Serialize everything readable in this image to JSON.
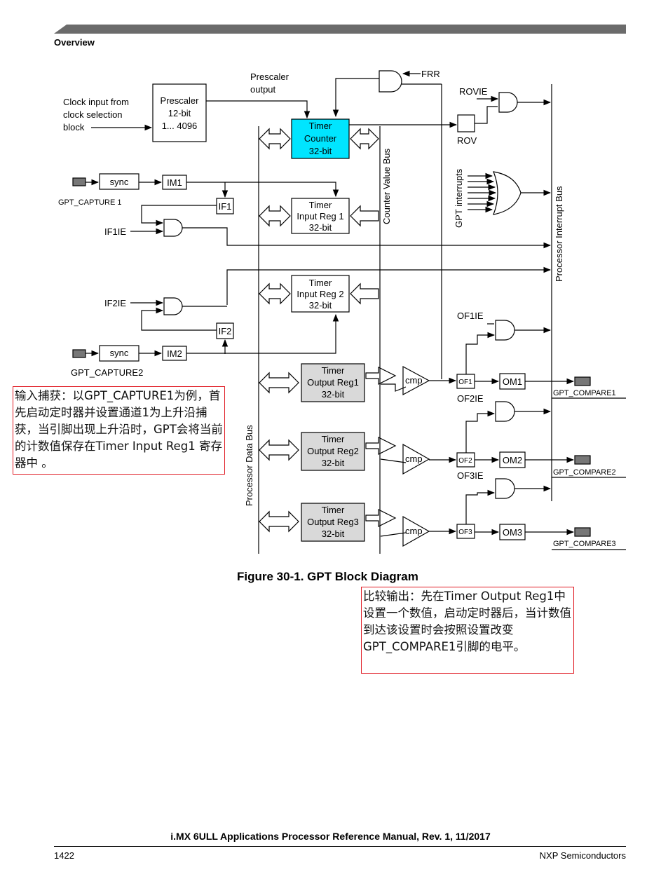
{
  "header": {
    "section": "Overview"
  },
  "diagram": {
    "clock_input": [
      "Clock input from",
      "clock selection",
      "block"
    ],
    "prescaler": {
      "title": "Prescaler",
      "bits": "12-bit",
      "range": "1... 4096"
    },
    "prescaler_output": [
      "Prescaler",
      "output"
    ],
    "frr": "FRR",
    "rovie": "ROVIE",
    "rov": "ROV",
    "timer_counter": [
      "Timer",
      "Counter",
      "32-bit"
    ],
    "counter_value_bus": "Counter Value Bus",
    "processor_interrupt_bus": "Processor Interrupt Bus",
    "processor_data_bus": "Processor Data Bus",
    "gpt_interrupts": "GPT interrupts",
    "sync": "sync",
    "im1": "IM1",
    "im2": "IM2",
    "if1": "IF1",
    "if2": "IF2",
    "if1ie": "IF1IE",
    "if2ie": "IF2IE",
    "gpt_capture1": "GPT_CAPTURE 1",
    "gpt_capture2": "GPT_CAPTURE2",
    "input_reg1": [
      "Timer",
      "Input Reg 1",
      "32-bit"
    ],
    "input_reg2": [
      "Timer",
      "Input Reg 2",
      "32-bit"
    ],
    "output_reg1": [
      "Timer",
      "Output Reg1",
      "32-bit"
    ],
    "output_reg2": [
      "Timer",
      "Output Reg2",
      "32-bit"
    ],
    "output_reg3": [
      "Timer",
      "Output Reg3",
      "32-bit"
    ],
    "cmp": "cmp",
    "of1": "OF1",
    "of2": "OF2",
    "of3": "OF3",
    "of1ie": "OF1IE",
    "of2ie": "OF2IE",
    "of3ie": "OF3IE",
    "om1": "OM1",
    "om2": "OM2",
    "om3": "OM3",
    "gpt_compare1": "GPT_COMPARE1",
    "gpt_compare2": "GPT_COMPARE2",
    "gpt_compare3": "GPT_COMPARE3"
  },
  "caption": "Figure 30-1. GPT Block Diagram",
  "annotations": {
    "input_capture": "输入捕获：以GPT_CAPTURE1为例，首先启动定时器并设置通道1为上升沿捕获，当引脚出现上升沿时，GPT会将当前的计数值保存在Timer Input Reg1 寄存器中 。",
    "output_compare": "比较输出：先在Timer Output Reg1中设置一个数值，启动定时器后，当计数值到达该设置时会按照设置改变GPT_COMPARE1引脚的电平。"
  },
  "footer": {
    "title": "i.MX 6ULL Applications Processor Reference Manual, Rev. 1, 11/2017",
    "page": "1422",
    "vendor": "NXP Semiconductors"
  },
  "colors": {
    "timer_counter_fill": "#00e5ff",
    "output_reg_fill": "#d9d9d9",
    "note_border": "#e01b24",
    "header_band": "#6b6b6b"
  }
}
